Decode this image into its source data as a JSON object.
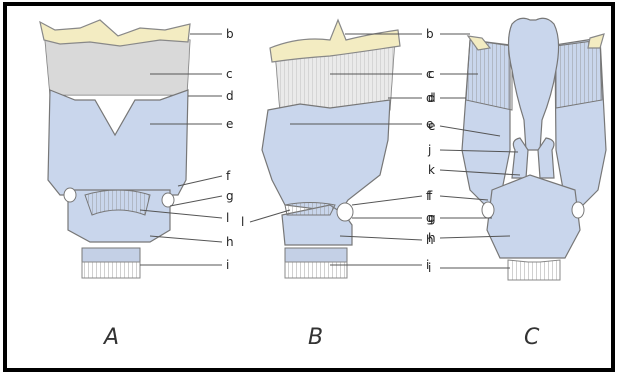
{
  "figure": {
    "panels": [
      {
        "id": "A",
        "caption": "A",
        "labels": [
          "b",
          "c",
          "d",
          "e",
          "f",
          "g",
          "l",
          "h",
          "i"
        ]
      },
      {
        "id": "B",
        "caption": "B",
        "labels": [
          "b",
          "c",
          "d",
          "e",
          "l",
          "f",
          "g",
          "h",
          "i"
        ]
      },
      {
        "id": "C",
        "caption": "C",
        "labels": [
          "b",
          "c",
          "d",
          "e",
          "j",
          "k",
          "f",
          "g",
          "h",
          "i"
        ]
      }
    ]
  },
  "colors": {
    "cartilage": "#c9d6ec",
    "hyoid": "#f3ecc2",
    "membrane": "#d9d9d9",
    "border": "#000000"
  }
}
